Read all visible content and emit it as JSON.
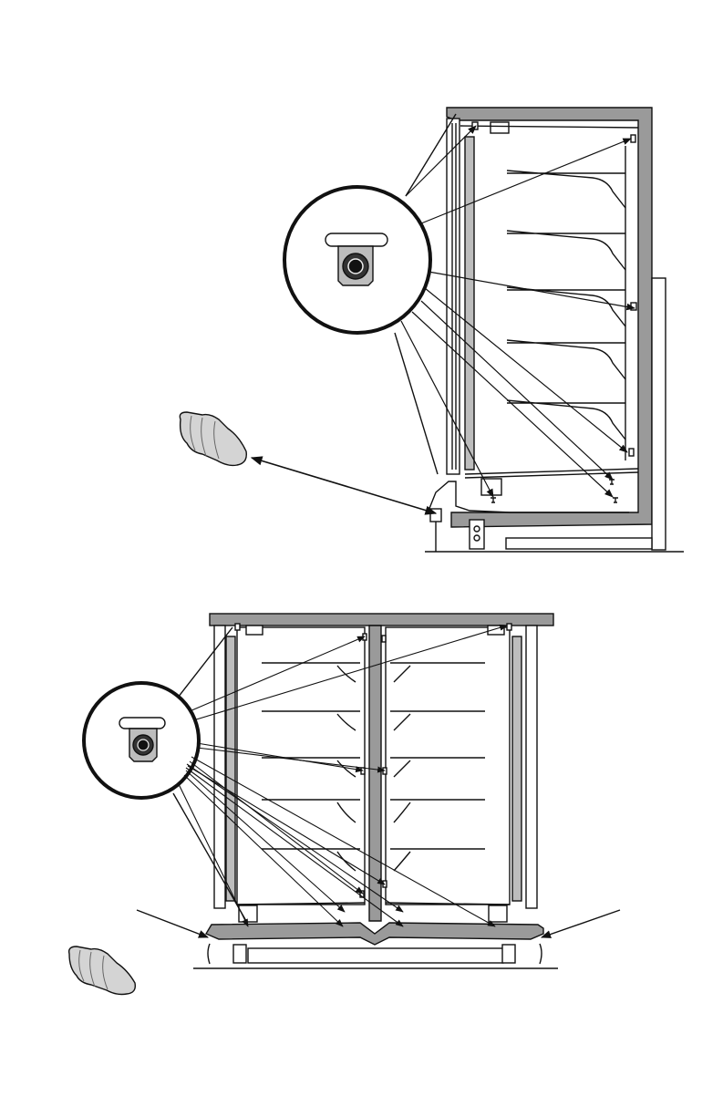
{
  "figure": {
    "title": "",
    "colors": {
      "line": "#111111",
      "wall_fill": "#9a9a9a",
      "panel_fill": "#bdbdbd",
      "plug_fill": "#d4d4d4",
      "background": "#ffffff"
    }
  },
  "views": [
    {
      "name": "single-door-side-view",
      "label": ""
    },
    {
      "name": "double-door-side-view",
      "label": ""
    }
  ],
  "callouts": [
    {
      "name": "drain-fitting-detail-top",
      "icon": "drain-fitting-icon"
    },
    {
      "name": "drain-fitting-detail-bottom",
      "icon": "drain-fitting-icon"
    }
  ],
  "parts": [
    {
      "name": "drain-plug-top",
      "icon": "drain-plug-icon"
    },
    {
      "name": "drain-plug-bottom",
      "icon": "drain-plug-icon"
    }
  ]
}
